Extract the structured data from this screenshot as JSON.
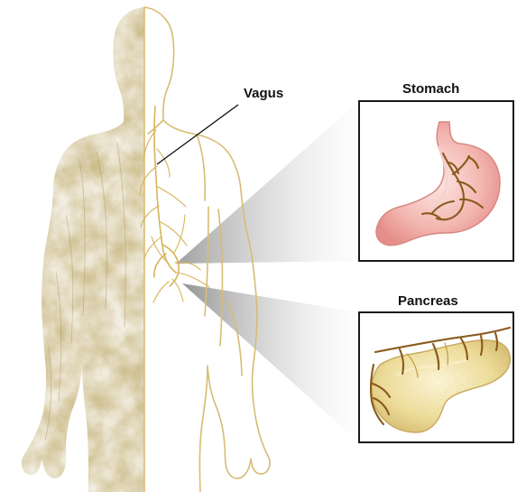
{
  "labels": {
    "vagus": "Vagus",
    "stomach": "Stomach",
    "pancreas": "Pancreas"
  },
  "colors": {
    "nerve": "#d7b45a",
    "silhouette": "#b59a59",
    "stomach_fill": "#f2b7b1",
    "pancreas_fill": "#efe0a3",
    "frame": "#1a1a1a"
  }
}
